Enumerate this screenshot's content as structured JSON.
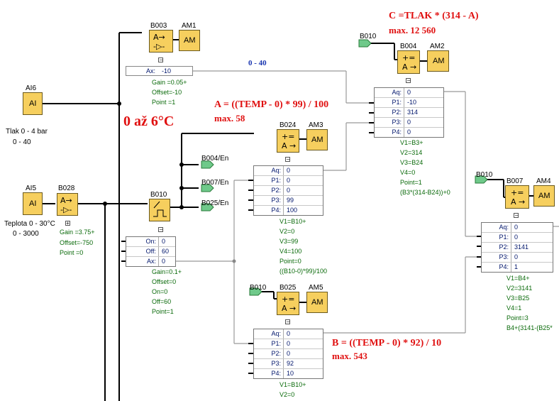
{
  "notes": {
    "formula_c": "C =TLAK * (314 - A)",
    "max_c": "max. 12 560",
    "range_0_40": "0 - 40",
    "formula_a": "A = ((TEMP - 0) * 99) / 100",
    "max_a": "max. 58",
    "temp_range": "0 až 6°C",
    "formula_b": "B = ((TEMP - 0) * 92) / 10",
    "max_b": "max. 543"
  },
  "inputs": {
    "ai6": {
      "label": "AI6",
      "text": "AI",
      "desc1": "Tlak 0 - 4 bar",
      "desc2": "0 - 40"
    },
    "ai5": {
      "label": "AI5",
      "text": "AI",
      "desc1": "Teplota 0 - 30°C",
      "desc2": "0 - 3000"
    }
  },
  "blocks": {
    "b003": {
      "label": "B003",
      "sym1": "A→",
      "sym2": "-▷-"
    },
    "am1": {
      "label": "AM1",
      "text": "AM"
    },
    "b004": {
      "label": "B004",
      "sym1": "+=",
      "sym2": "A →"
    },
    "am2": {
      "label": "AM2",
      "text": "AM"
    },
    "b024": {
      "label": "B024",
      "sym1": "+=",
      "sym2": "A →"
    },
    "am3": {
      "label": "AM3",
      "text": "AM"
    },
    "b028": {
      "label": "B028",
      "sym1": "A→",
      "sym2": "-▷-"
    },
    "b010": {
      "label": "B010"
    },
    "b007": {
      "label": "B007",
      "sym1": "+=",
      "sym2": "A →"
    },
    "am4": {
      "label": "AM4",
      "text": "AM"
    },
    "b025": {
      "label": "B025",
      "sym1": "+=",
      "sym2": "A →"
    },
    "am5": {
      "label": "AM5",
      "text": "AM"
    }
  },
  "flags": {
    "b010_top": "B010",
    "b004_en": "B004/En",
    "b007_en": "B007/En",
    "b025_en": "B025/En",
    "b010_mid": "B010",
    "b010_bot": "B010"
  },
  "b003_params": {
    "ax_name": "Ax:",
    "ax_value": "-10",
    "gain": "Gain =0.05+",
    "offset": "Offset=-10",
    "point": "Point =1"
  },
  "b028_params": {
    "gain": "Gain =3.75+",
    "offset": "Offset=-750",
    "point": "Point =0"
  },
  "b010_params": {
    "rows": [
      {
        "name": "On:",
        "value": "0"
      },
      {
        "name": "Off:",
        "value": "60"
      },
      {
        "name": "Ax:",
        "value": "0"
      }
    ],
    "gain": "Gain=0.1+",
    "offset": "Offset=0",
    "on": "On=0",
    "off": "Off=60",
    "point": "Point=1"
  },
  "b004_params": {
    "rows": [
      {
        "name": "Aq:",
        "value": "0"
      },
      {
        "name": "P1:",
        "value": "-10"
      },
      {
        "name": "P2:",
        "value": "314"
      },
      {
        "name": "P3:",
        "value": "0"
      },
      {
        "name": "P4:",
        "value": "0"
      }
    ],
    "v1": "V1=B3+",
    "v2": "V2=314",
    "v3": "V3=B24",
    "v4": "V4=0",
    "point": "Point=1",
    "expr": "(B3*(314-B24))+0"
  },
  "b024_params": {
    "rows": [
      {
        "name": "Aq:",
        "value": "0"
      },
      {
        "name": "P1:",
        "value": "0"
      },
      {
        "name": "P2:",
        "value": "0"
      },
      {
        "name": "P3:",
        "value": "99"
      },
      {
        "name": "P4:",
        "value": "100"
      }
    ],
    "v1": "V1=B10+",
    "v2": "V2=0",
    "v3": "V3=99",
    "v4": "V4=100",
    "point": "Point=0",
    "expr": "((B10-0)*99)/100"
  },
  "b007_params": {
    "rows": [
      {
        "name": "Aq:",
        "value": "0"
      },
      {
        "name": "P1:",
        "value": "0"
      },
      {
        "name": "P2:",
        "value": "3141"
      },
      {
        "name": "P3:",
        "value": "0"
      },
      {
        "name": "P4:",
        "value": "1"
      }
    ],
    "v1": "V1=B4+",
    "v2": "V2=3141",
    "v3": "V3=B25",
    "v4": "V4=1",
    "point": "Point=3",
    "expr": "B4+(3141-(B25*"
  },
  "b025_params": {
    "rows": [
      {
        "name": "Aq:",
        "value": "0"
      },
      {
        "name": "P1:",
        "value": "0"
      },
      {
        "name": "P2:",
        "value": "0"
      },
      {
        "name": "P3:",
        "value": "92"
      },
      {
        "name": "P4:",
        "value": "10"
      }
    ],
    "v1": "V1=B10+",
    "v2": "V2=0"
  },
  "colors": {
    "block_fill": "#f6cf5e",
    "note_red": "#e01010",
    "note_blue": "#1a36b0",
    "param_green": "#0a6a0a",
    "flag_green": "#6fc98a"
  }
}
